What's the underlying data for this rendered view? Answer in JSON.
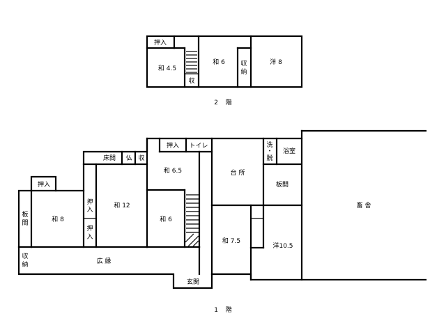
{
  "floor2": {
    "title": "2 階",
    "rooms": {
      "oshiire": "押入",
      "wa45": "和 4.5",
      "shu": "収",
      "wa6": "和 6",
      "shuno_a": "収",
      "shuno_b": "納",
      "yo8": "洋 8"
    }
  },
  "floor1": {
    "title": "1 階",
    "rooms": {
      "oshiire_top": "押入",
      "toilet": "トイレ",
      "sen_a": "洗",
      "sen_dot": "・",
      "sen_b": "脱",
      "yokushitsu": "浴室",
      "tokonoma": "床間",
      "butsu": "仏",
      "shu": "収",
      "wa65": "和 6.5",
      "daidokoro": "台 所",
      "itama_r": "板間",
      "oshiire_l": "押入",
      "oshiire_m1a": "押",
      "oshiire_m1b": "入",
      "oshiire_m2a": "押",
      "oshiire_m2b": "入",
      "itama_la": "板",
      "itama_lb": "間",
      "wa8": "和 8",
      "wa12": "和 12",
      "wa6": "和 6",
      "wa75": "和 7.5",
      "yo105": "洋10.5",
      "chikusha": "畜 舎",
      "shuno_a": "収",
      "shuno_b": "納",
      "hiroen": "広 縁",
      "genkan": "玄関"
    }
  }
}
